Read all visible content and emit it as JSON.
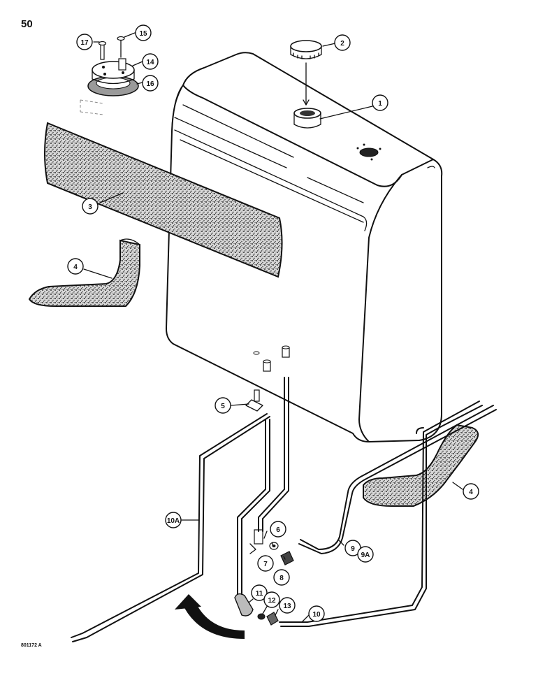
{
  "page": {
    "number": "50",
    "ref_code": "801172 A"
  },
  "callouts": {
    "c1": "1",
    "c2": "2",
    "c3": "3",
    "c4a": "4",
    "c4b": "4",
    "c5": "5",
    "c6": "6",
    "c7": "7",
    "c8": "8",
    "c9": "9",
    "c9a": "9A",
    "c10": "10",
    "c10a": "10A",
    "c11": "11",
    "c12": "12",
    "c13": "13",
    "c14": "14",
    "c15": "15",
    "c16": "16",
    "c17": "17"
  },
  "colors": {
    "ink": "#111111",
    "paper": "#ffffff",
    "foam": "#8c8c8c"
  }
}
